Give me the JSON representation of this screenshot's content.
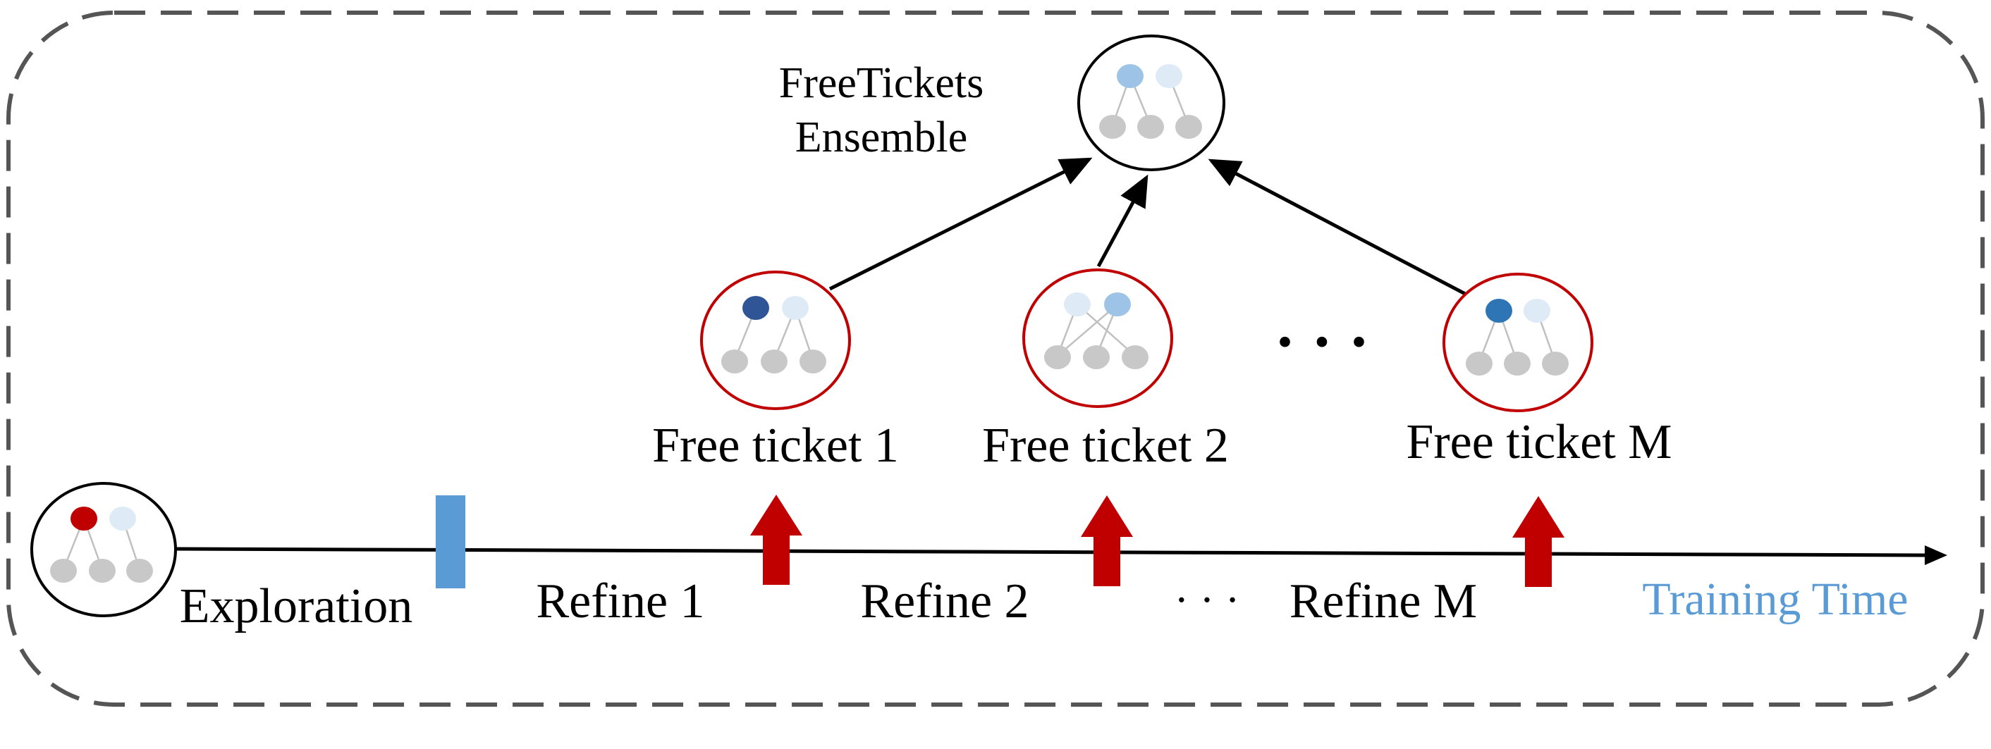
{
  "colors": {
    "frame": "#555555",
    "axis": "#000000",
    "explore_bar": "#5b9bd5",
    "refine_arrow": "#c00000",
    "ticket_ring": "#c00000",
    "node_gray": "#c8c8c8",
    "training_time_text": "#5b9bd5"
  },
  "ensemble": {
    "title_line1": "FreeTickets",
    "title_line2": "Ensemble",
    "node_colors": [
      "#9dc3e6",
      "#deebf7"
    ]
  },
  "start_network": {
    "node_colors": [
      "#c00000",
      "#deebf7"
    ]
  },
  "tickets": [
    {
      "label": "Free ticket 1",
      "node_colors": [
        "#2f5597",
        "#deebf7"
      ]
    },
    {
      "label": "Free ticket 2",
      "node_colors": [
        "#deebf7",
        "#9dc3e6"
      ]
    },
    {
      "label": "Free ticket M",
      "node_colors": [
        "#2e75b6",
        "#deebf7"
      ]
    }
  ],
  "ticket_ellipsis": "· · ·",
  "timeline": {
    "exploration": "Exploration",
    "refine_1": "Refine 1",
    "refine_2": "Refine 2",
    "ellipsis": "· · ·",
    "refine_m": "Refine M",
    "axis_label": "Training Time"
  }
}
